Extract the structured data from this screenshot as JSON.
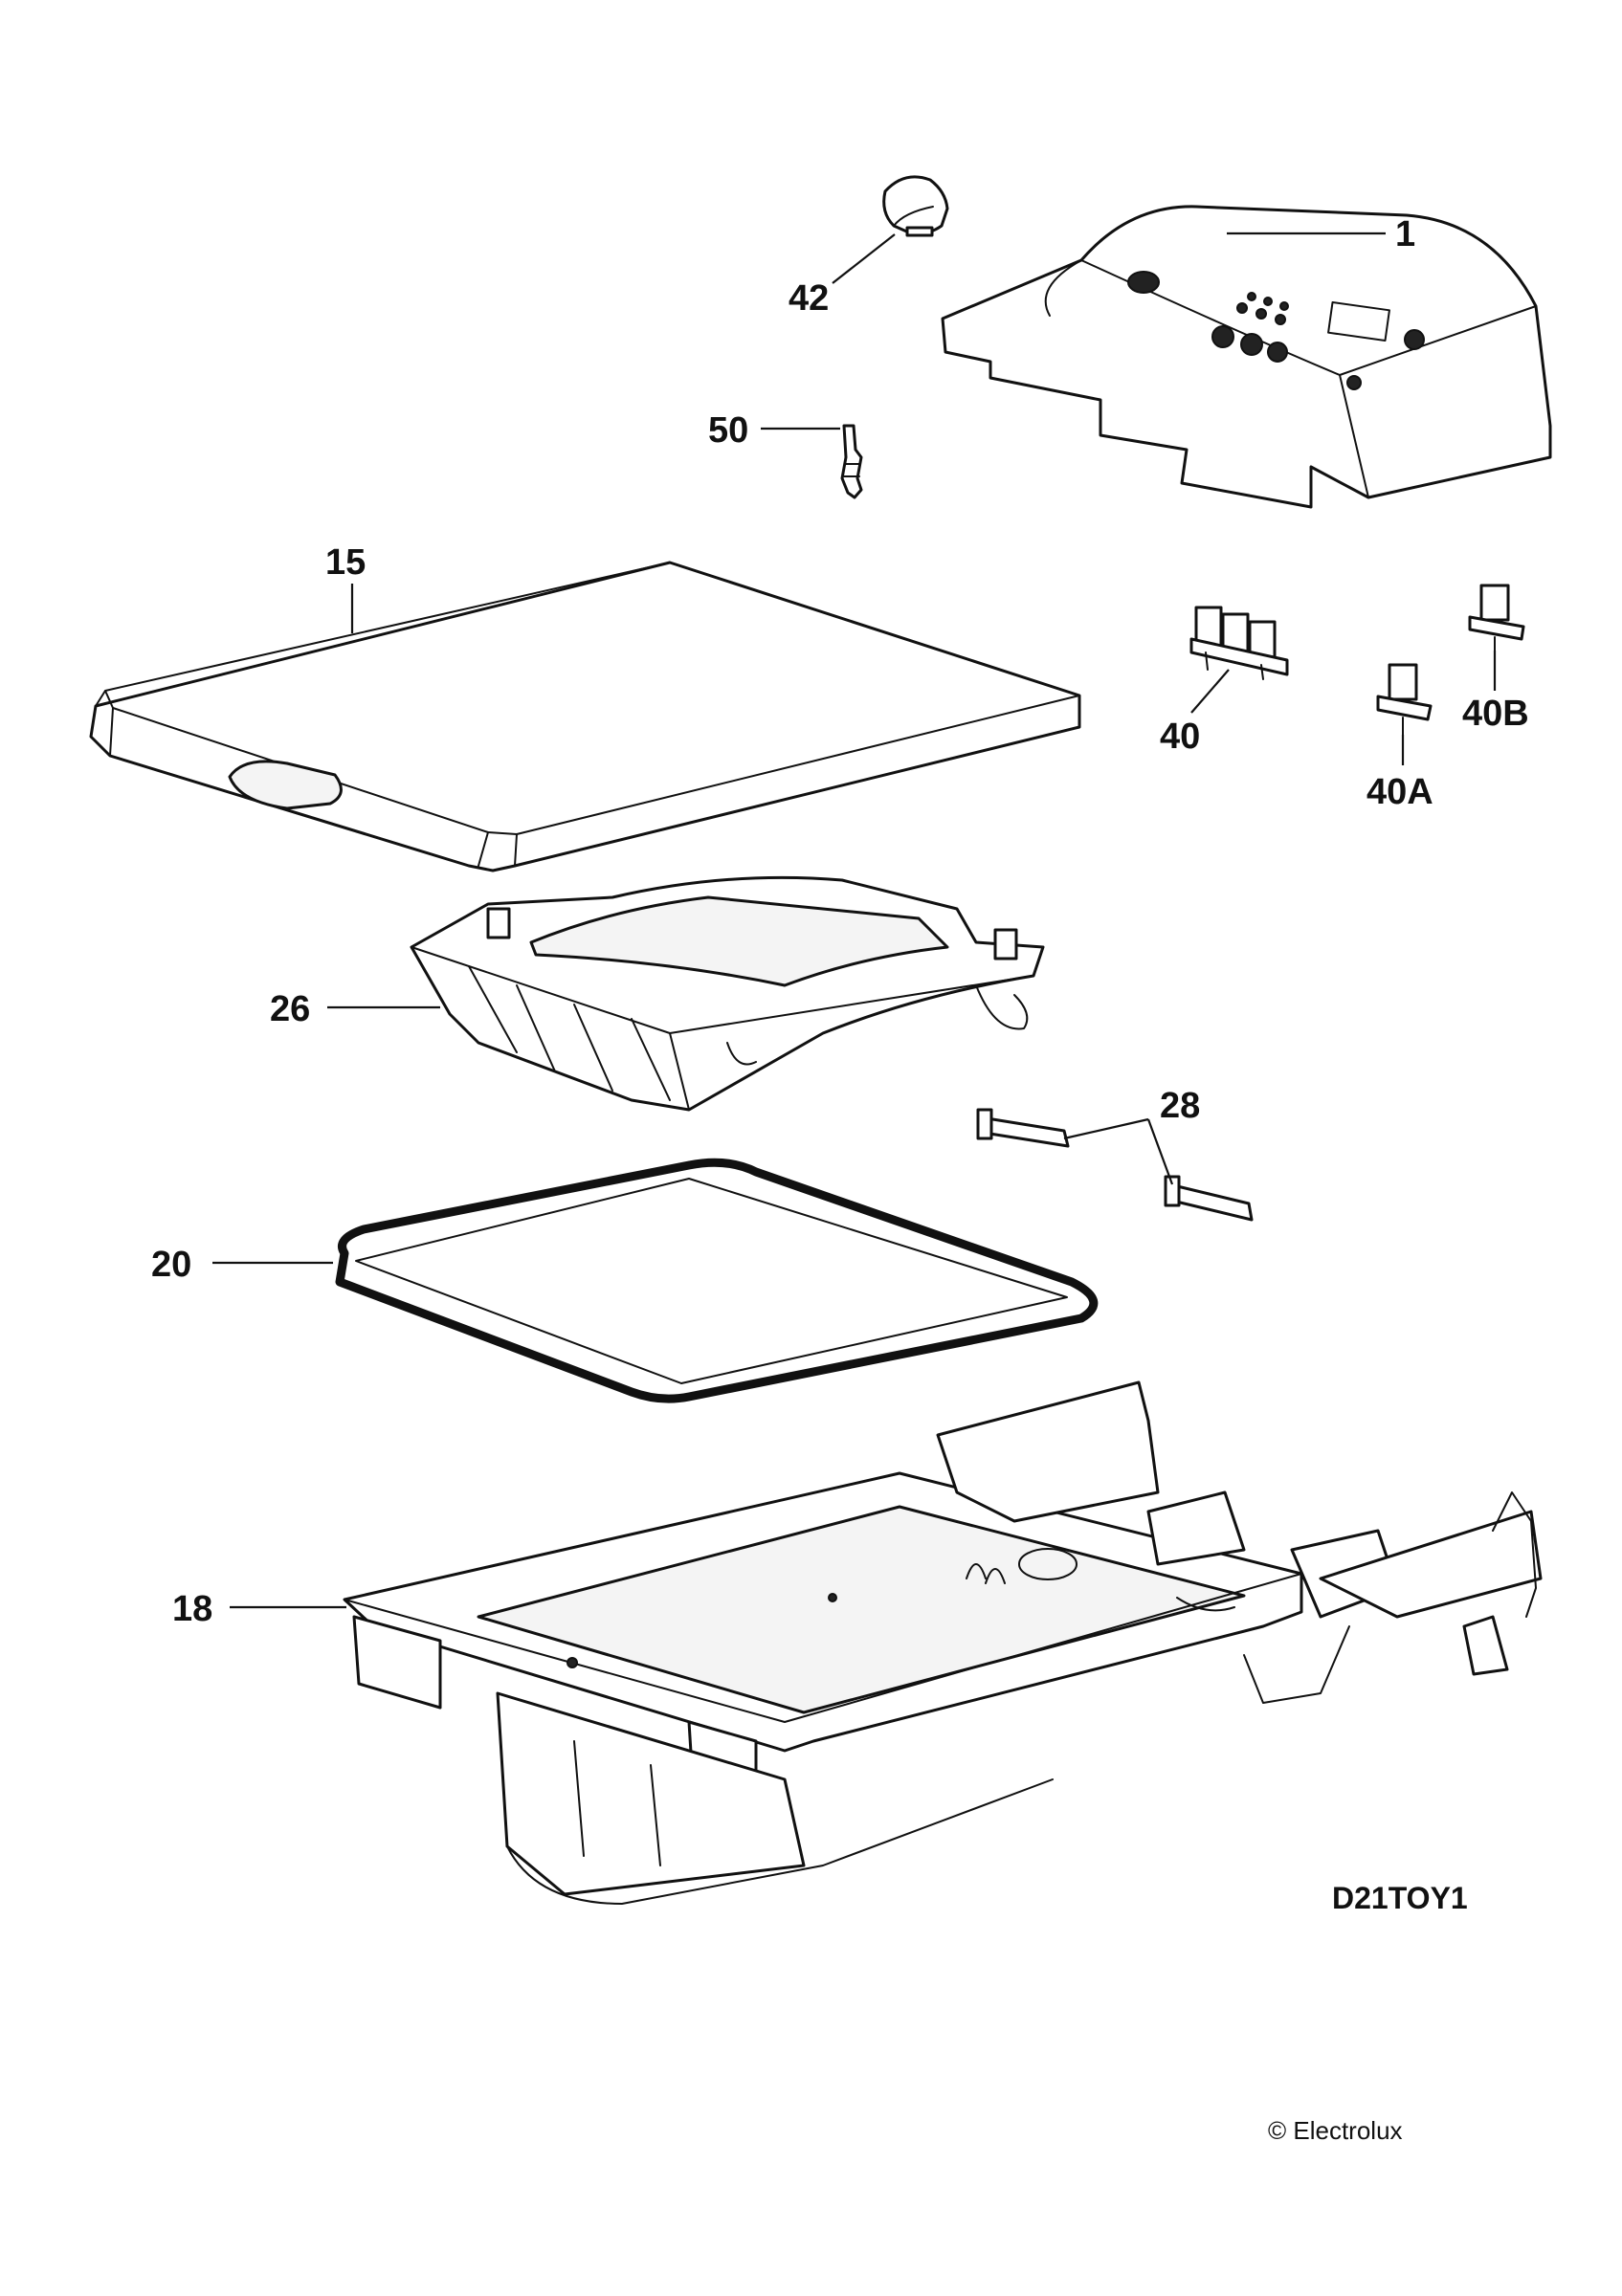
{
  "diagram": {
    "drawing_code": "D21TOY1",
    "copyright": "© Electrolux",
    "callouts": [
      {
        "id": "1",
        "label": "1"
      },
      {
        "id": "42",
        "label": "42"
      },
      {
        "id": "50",
        "label": "50"
      },
      {
        "id": "15",
        "label": "15"
      },
      {
        "id": "40",
        "label": "40"
      },
      {
        "id": "40A",
        "label": "40A"
      },
      {
        "id": "40B",
        "label": "40B"
      },
      {
        "id": "26",
        "label": "26"
      },
      {
        "id": "28",
        "label": "28"
      },
      {
        "id": "20",
        "label": "20"
      },
      {
        "id": "18",
        "label": "18"
      }
    ]
  }
}
